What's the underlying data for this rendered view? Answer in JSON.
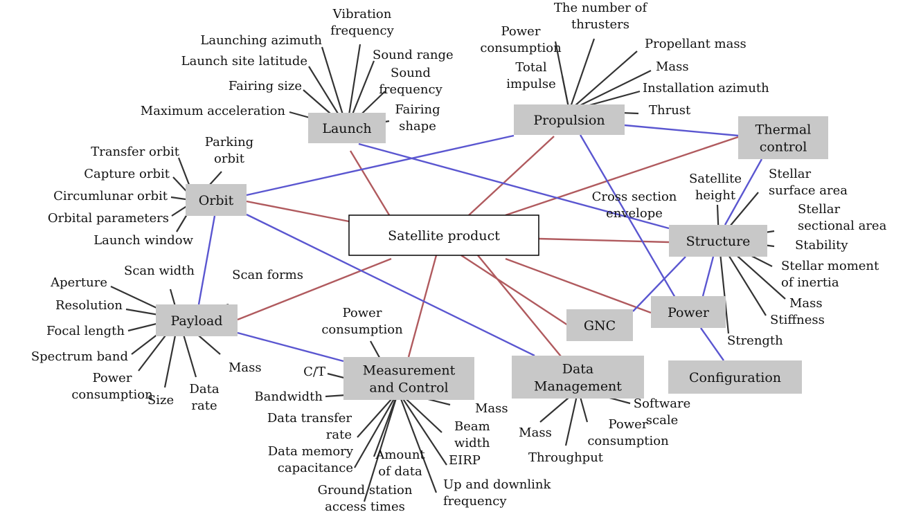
{
  "center": "Satellite product",
  "nodes": {
    "launch": "Launch",
    "propulsion": "Propulsion",
    "thermal": [
      "Thermal",
      "control"
    ],
    "orbit": "Orbit",
    "structure": "Structure",
    "payload": "Payload",
    "gnc": "GNC",
    "power": "Power",
    "configuration": "Configuration",
    "mc": [
      "Measurement",
      "and Control"
    ],
    "dm": [
      "Data",
      "Management"
    ]
  },
  "attributes": {
    "launch": [
      [
        "Launching azimuth"
      ],
      [
        "Vibration",
        "frequency"
      ],
      [
        "Launch  site  latitude"
      ],
      [
        "Sound range"
      ],
      [
        "Sound",
        "frequency"
      ],
      [
        "Fairing size"
      ],
      [
        "Fairing",
        "shape"
      ],
      [
        "Maximum  acceleration"
      ]
    ],
    "propulsion": [
      [
        "The number of",
        "thrusters"
      ],
      [
        "Power",
        "consumption"
      ],
      [
        "Total",
        "impulse"
      ],
      [
        "Propellant  mass"
      ],
      [
        "Mass"
      ],
      [
        "Installation azimuth"
      ],
      [
        "Thrust"
      ]
    ],
    "orbit": [
      [
        "Transfer  orbit"
      ],
      [
        "Parking",
        "orbit"
      ],
      [
        "Capture  orbit"
      ],
      [
        "Circumlunar  orbit"
      ],
      [
        "Orbital  parameters"
      ],
      [
        "Launch  window"
      ]
    ],
    "structure": [
      [
        "Cross section",
        "envelope"
      ],
      [
        "Satellite",
        "height"
      ],
      [
        "Stellar",
        "surface area"
      ],
      [
        "Stellar",
        "sectional area"
      ],
      [
        "Stability"
      ],
      [
        "Stellar moment",
        "of inertia"
      ],
      [
        "Mass"
      ],
      [
        "Stiffness"
      ],
      [
        "Strength"
      ]
    ],
    "payload": [
      [
        "Scan  width"
      ],
      [
        "Scan  forms"
      ],
      [
        "Aperture"
      ],
      [
        "Resolution"
      ],
      [
        "Focal  length"
      ],
      [
        "Spectrum  band"
      ],
      [
        "Power",
        "consumption"
      ],
      [
        "Size"
      ],
      [
        "Data",
        "rate"
      ],
      [
        "Mass"
      ]
    ],
    "mc": [
      [
        "Power",
        "consumption"
      ],
      [
        "C/T"
      ],
      [
        "Bandwidth"
      ],
      [
        "Data  transfer",
        "rate"
      ],
      [
        "Data  memory",
        "capacitance"
      ],
      [
        "Ground  station",
        "access  times"
      ],
      [
        "Amount",
        "of  data"
      ],
      [
        "Up and downlink",
        "frequency"
      ],
      [
        "EIRP"
      ],
      [
        "Beam",
        "width"
      ],
      [
        "Mass"
      ]
    ],
    "dm": [
      [
        "Mass"
      ],
      [
        "Throughput"
      ],
      [
        "Power",
        "consumption"
      ],
      [
        "Software",
        "scale"
      ]
    ]
  },
  "colors": {
    "node_fill": "#c8c8c8",
    "red_link": "#b05a5e",
    "blue_link": "#5a56d0",
    "leg": "#333333"
  }
}
